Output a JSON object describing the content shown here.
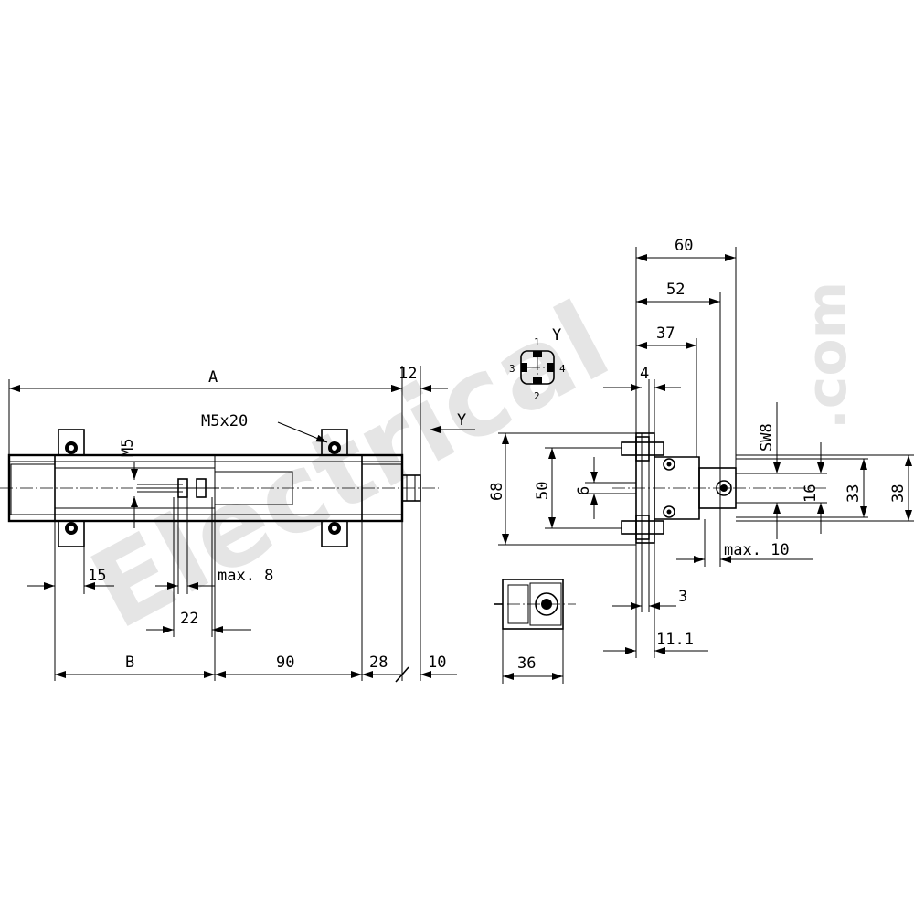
{
  "labels": {
    "A": "A",
    "dim_12": "12",
    "M5x20": "M5x20",
    "M5": "M5",
    "Y_left": "Y",
    "dim_15": "15",
    "max_8": "max. 8",
    "dim_22": "22",
    "B": "B",
    "dim_90": "90",
    "dim_28": "28",
    "dim_10": "10",
    "dim_60": "60",
    "dim_52": "52",
    "dim_37": "37",
    "dim_4": "4",
    "Y_conn": "Y",
    "pin_1": "1",
    "pin_2": "2",
    "pin_3": "3",
    "pin_4": "4",
    "dim_68": "68",
    "dim_50": "50",
    "dim_6": "6",
    "SW8": "SW8",
    "dim_16": "16",
    "dim_33": "33",
    "dim_38": "38",
    "max_10": "max. 10",
    "dim_3": "3",
    "dim_11_1": "11.1",
    "dim_36": "36"
  },
  "watermark": {
    "main": "Electrical",
    "suffix": ".com"
  },
  "colors": {
    "line": "#000000",
    "watermark": "#d0d0d0",
    "background": "#ffffff"
  }
}
